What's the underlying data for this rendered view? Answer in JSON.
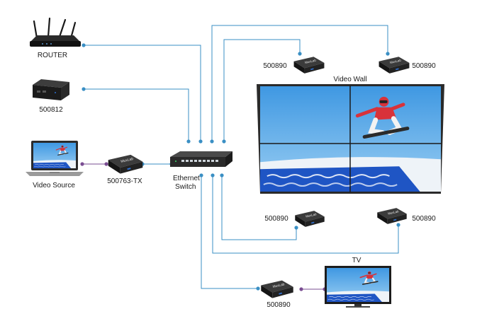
{
  "labels": {
    "router": "ROUTER",
    "server": "500812",
    "video_source": "Video Source",
    "transmitter": "500763-TX",
    "switch_line1": "Ethernet",
    "switch_line2": "Switch",
    "video_wall": "Video Wall",
    "tv": "TV",
    "decoder_top_left": "500890",
    "decoder_top_right": "500890",
    "decoder_mid_left": "500890",
    "decoder_mid_right": "500890",
    "decoder_bottom": "500890"
  },
  "brand_text": "MuxLab",
  "colors": {
    "ethernet_line": "#3a8fc4",
    "hdmi_line": "#7a4d92",
    "device_body": "#1e1e1e",
    "device_led": "#2e6fd0",
    "sky": "#4aa3e8",
    "snow": "#eef3f8",
    "banner": "#1f55c4"
  },
  "icons": [
    "router-icon",
    "mini-pc-icon",
    "laptop-icon",
    "transmitter-icon",
    "ethernet-switch-icon",
    "decoder-icon",
    "video-wall-icon",
    "tv-icon"
  ]
}
